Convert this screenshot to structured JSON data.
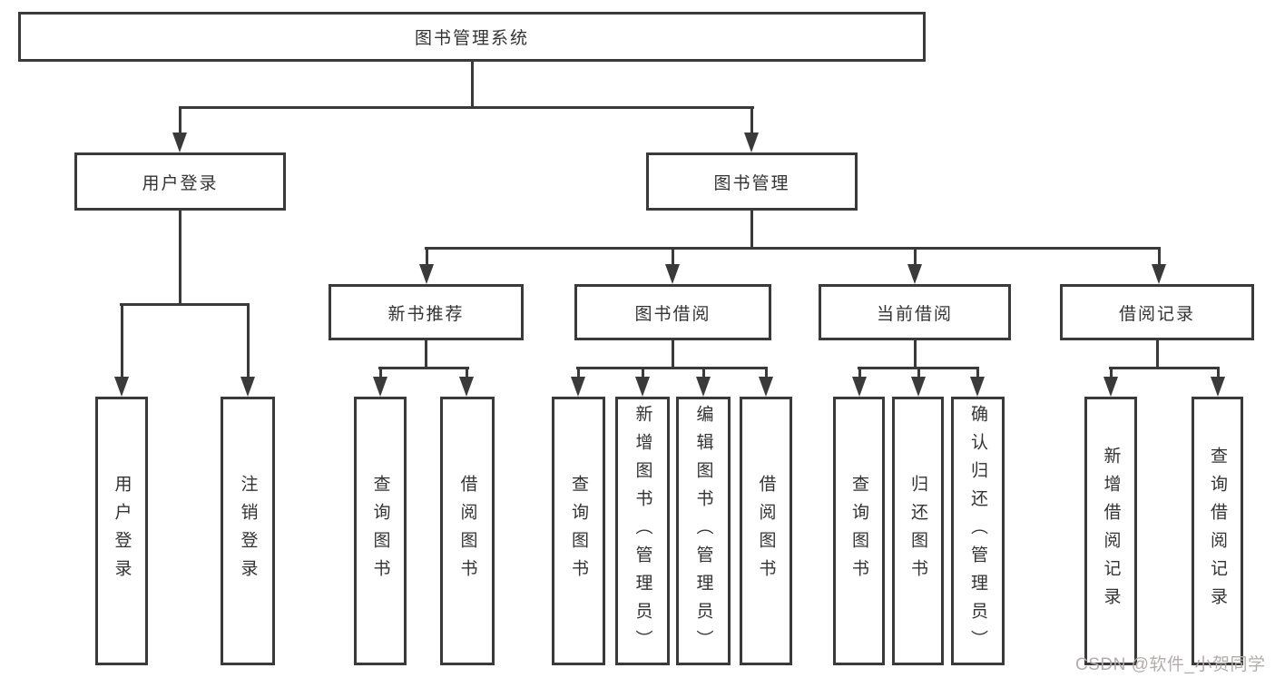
{
  "diagram_title": "图书管理系统",
  "colors": {
    "line": "#3a3a3a",
    "text": "#333333",
    "background": "#ffffff",
    "watermark": "#b3acac"
  },
  "tree": {
    "root": {
      "label": "图书管理系统",
      "children": [
        {
          "label": "用户登录",
          "children": [
            {
              "label": "用户登录"
            },
            {
              "label": "注销登录"
            }
          ]
        },
        {
          "label": "图书管理",
          "children": [
            {
              "label": "新书推荐",
              "children": [
                {
                  "label": "查询图书"
                },
                {
                  "label": "借阅图书"
                }
              ]
            },
            {
              "label": "图书借阅",
              "children": [
                {
                  "label": "查询图书"
                },
                {
                  "label": "新增图书（管理员）"
                },
                {
                  "label": "编辑图书（管理员）"
                },
                {
                  "label": "借阅图书"
                }
              ]
            },
            {
              "label": "当前借阅",
              "children": [
                {
                  "label": "查询图书"
                },
                {
                  "label": "归还图书"
                },
                {
                  "label": "确认归还（管理员）"
                }
              ]
            },
            {
              "label": "借阅记录",
              "children": [
                {
                  "label": "新增借阅记录"
                },
                {
                  "label": "查询借阅记录"
                }
              ]
            }
          ]
        }
      ]
    }
  },
  "watermark": {
    "text": "CSDN @软件_小贺同学"
  }
}
